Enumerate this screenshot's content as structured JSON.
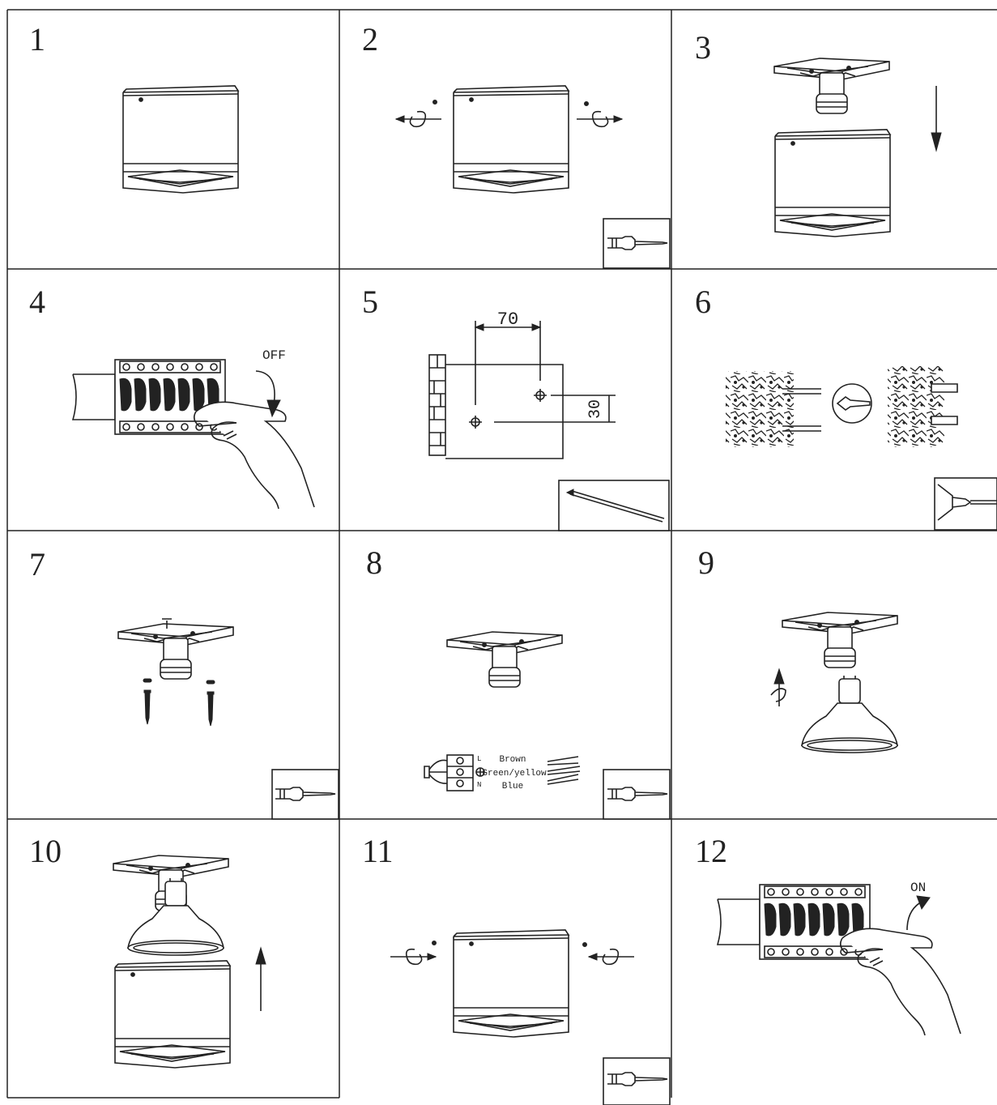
{
  "steps": [
    {
      "number": "1"
    },
    {
      "number": "2"
    },
    {
      "number": "3"
    },
    {
      "number": "4",
      "label": "OFF"
    },
    {
      "number": "5",
      "dim_horizontal": "70",
      "dim_vertical": "30"
    },
    {
      "number": "6"
    },
    {
      "number": "7"
    },
    {
      "number": "8",
      "wire_terminals": [
        "L",
        "N"
      ],
      "wire_colors": [
        "Brown",
        "Green/yellow",
        "Blue"
      ]
    },
    {
      "number": "9"
    },
    {
      "number": "10"
    },
    {
      "number": "11"
    },
    {
      "number": "12",
      "label": "ON"
    }
  ],
  "icons": {
    "step2_tool": "screwdriver-icon",
    "step5_tool": "pencil-icon",
    "step6_tool": "drill-icon",
    "step7_tool": "screwdriver-icon",
    "step8_tool": "screwdriver-icon",
    "step11_tool": "screwdriver-icon"
  }
}
